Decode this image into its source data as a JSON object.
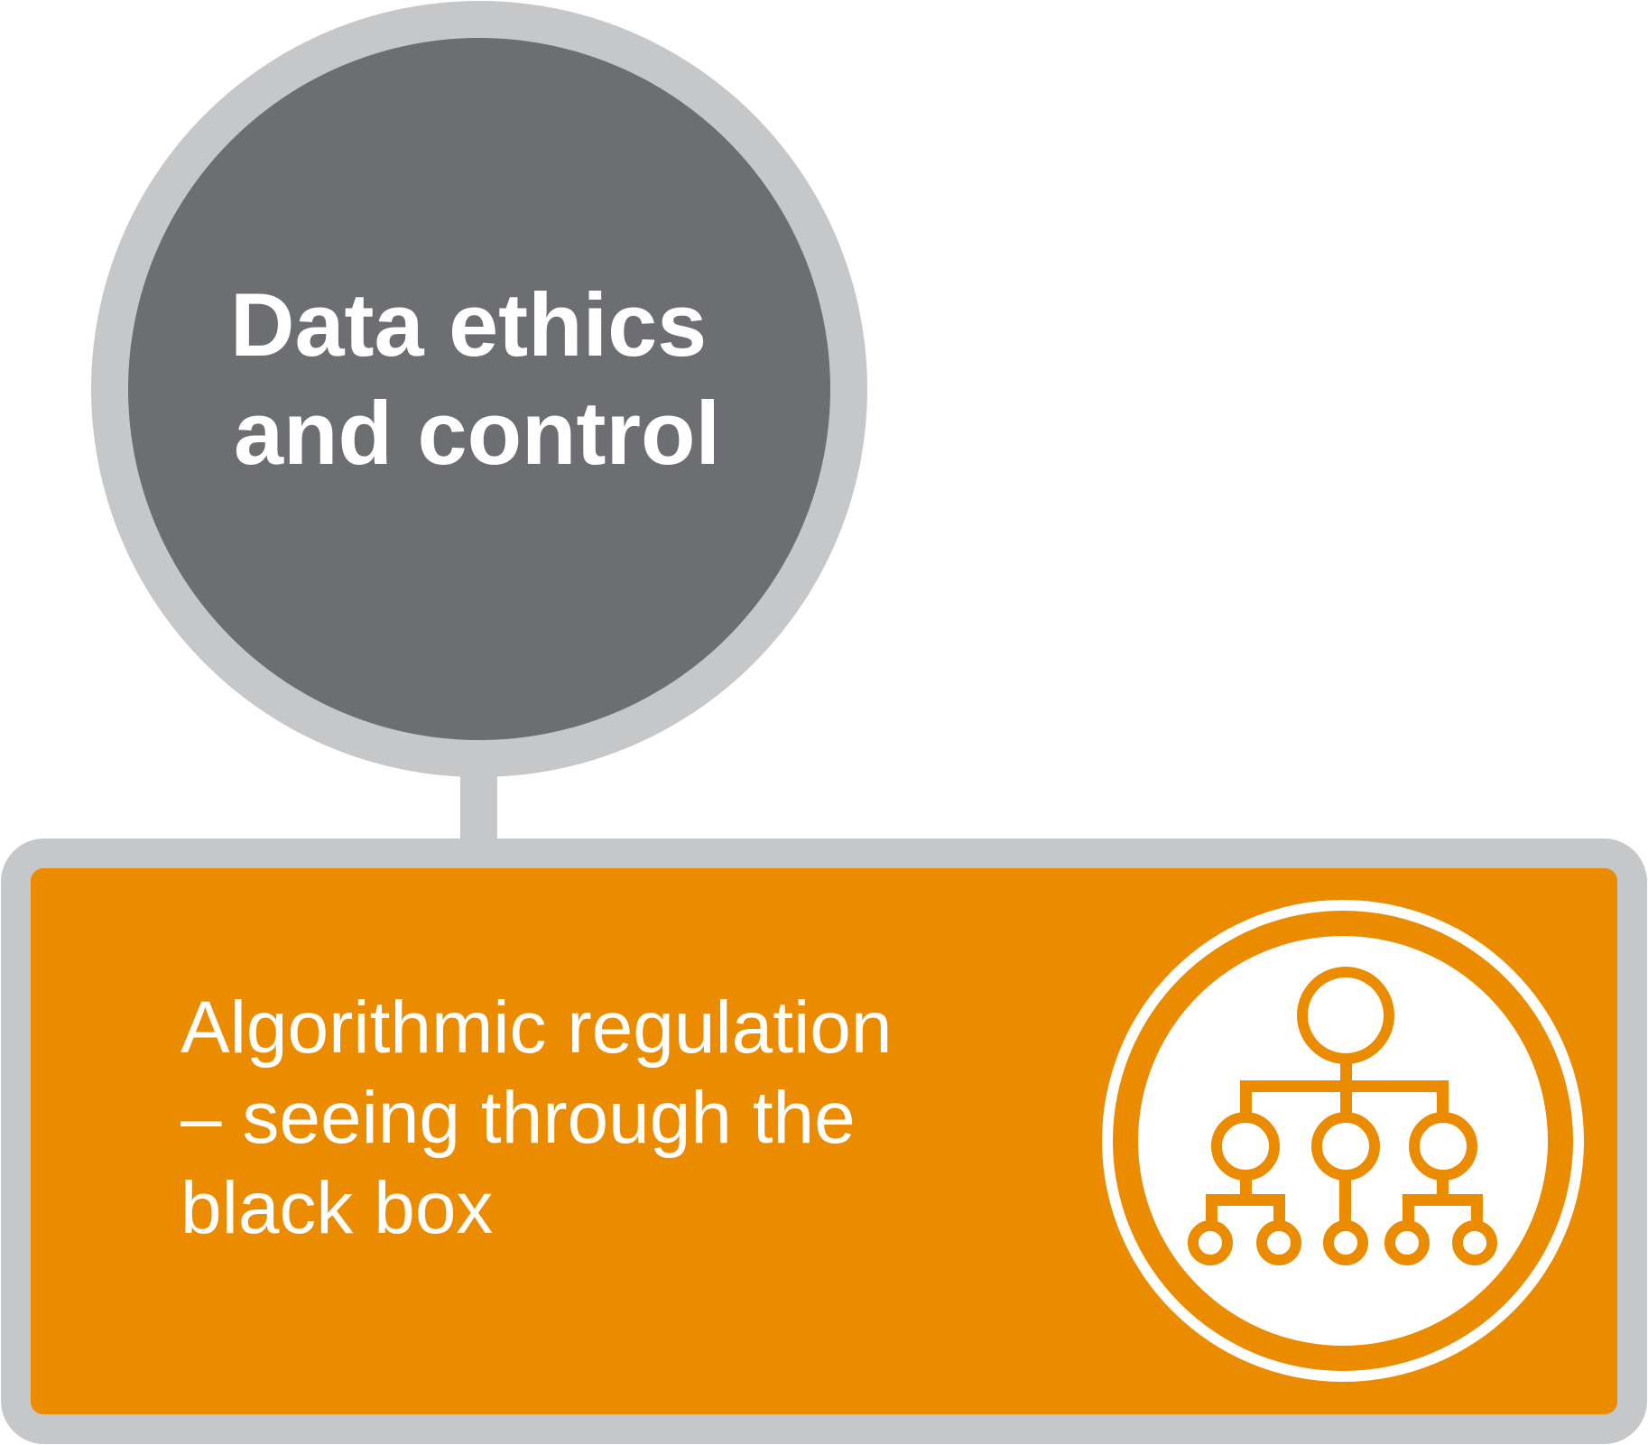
{
  "colors": {
    "ring_gray": "#C6C7C9",
    "circle_dark_gray": "#6D6E71",
    "panel_orange": "#EA8B00",
    "text_white": "#FFFFFF",
    "background": "#FFFFFF"
  },
  "topic_circle": {
    "title_lines": [
      "Data ethics",
      "and control"
    ]
  },
  "panel": {
    "text_lines": [
      "Algorithmic regulation",
      "– seeing through the",
      "black box"
    ],
    "icon": "hierarchy-tree-icon"
  }
}
